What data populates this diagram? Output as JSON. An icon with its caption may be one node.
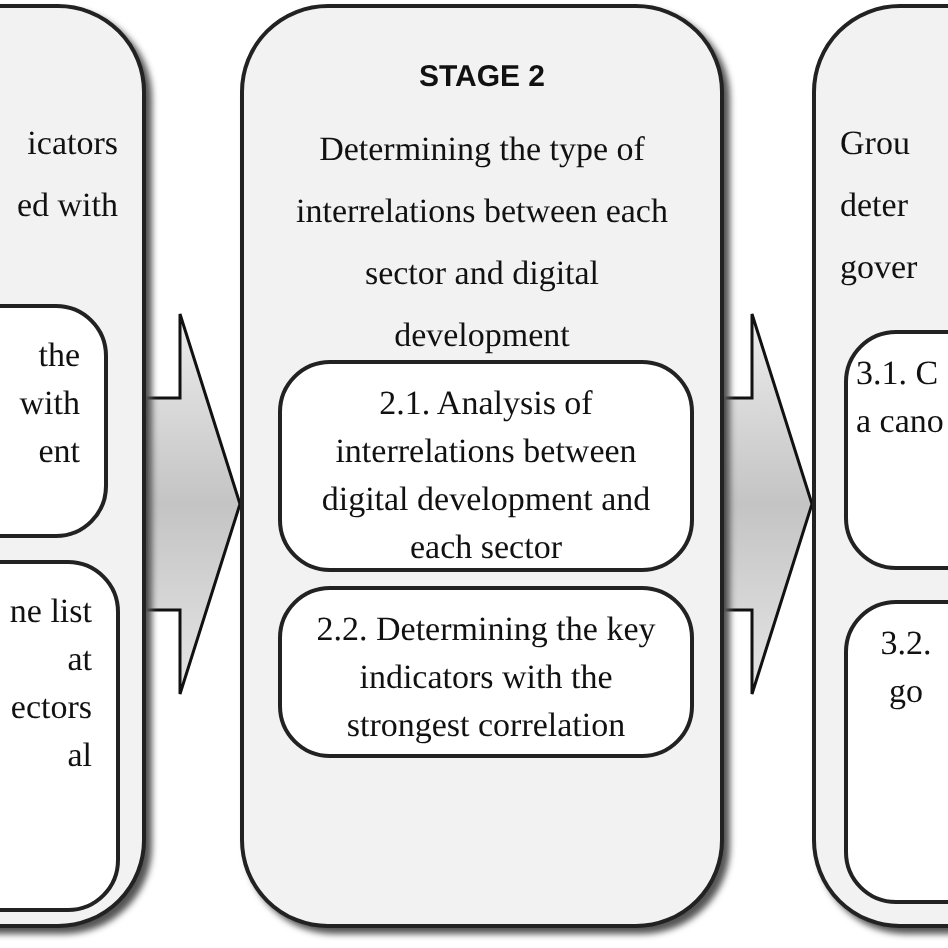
{
  "diagram": {
    "nodes": [
      {
        "text": [
          "icators ed with"
        ]
      },
      {
        "text": [
          "the with ent"
        ],
        "in": 0
      },
      {
        "text": [
          "ne list at ectors al"
        ],
        "in": 0
      },
      {
        "text": [
          "STAGE 2",
          "Determining the type of interrelations between each sector and digital development"
        ]
      },
      {
        "text": [
          "2.1. Analysis of interrelations between digital development and each sector"
        ],
        "in": 3
      },
      {
        "text": [
          "2.2. Determining the key indicators with the strongest correlation"
        ],
        "in": 3
      },
      {
        "text": [
          "Grou deter gover"
        ]
      },
      {
        "text": [
          "3.1. C a cano"
        ],
        "in": 6
      },
      {
        "text": [
          "3.2. go"
        ],
        "in": 6
      }
    ],
    "edges": [
      {
        "from": 0,
        "to": 3,
        "arrow": "to"
      },
      {
        "from": 3,
        "to": 6,
        "arrow": "to"
      }
    ]
  }
}
